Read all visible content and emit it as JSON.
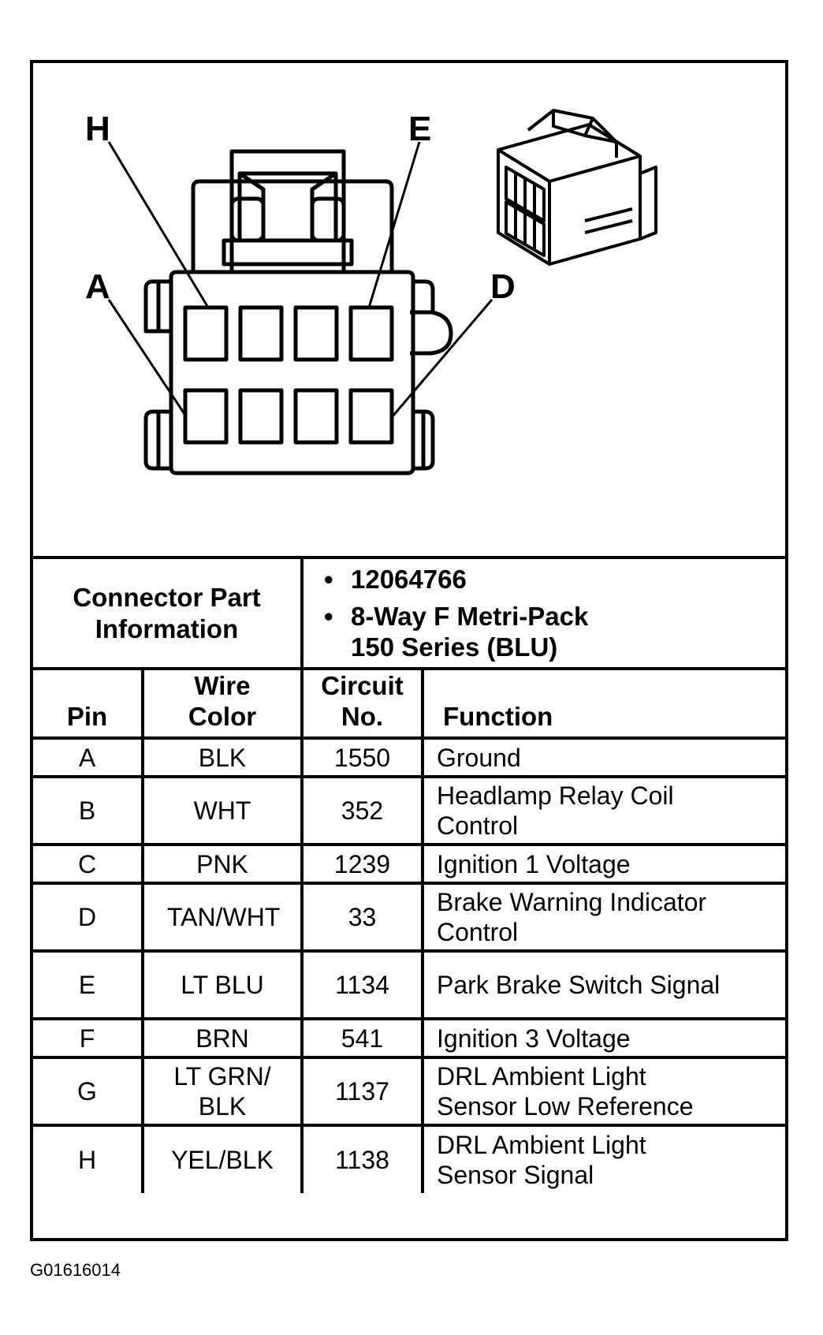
{
  "pin_labels": [
    "H",
    "E",
    "A",
    "D"
  ],
  "connector_part_information": {
    "label": "Connector Part Information",
    "items": [
      "12064766",
      "8-Way F Metri-Pack 150 Series (BLU)"
    ],
    "bullet": "•"
  },
  "table": {
    "headers": {
      "pin": "Pin",
      "wire_color": "Wire Color",
      "circuit_no": "Circuit No.",
      "function": "Function"
    },
    "rows": [
      {
        "pin": "A",
        "wire_color": "BLK",
        "circuit_no": "1550",
        "function": "Ground"
      },
      {
        "pin": "B",
        "wire_color": "WHT",
        "circuit_no": "352",
        "function": "Headlamp Relay Coil Control"
      },
      {
        "pin": "C",
        "wire_color": "PNK",
        "circuit_no": "1239",
        "function": "Ignition 1 Voltage"
      },
      {
        "pin": "D",
        "wire_color": "TAN/WHT",
        "circuit_no": "33",
        "function": "Brake Warning Indicator Control"
      },
      {
        "pin": "E",
        "wire_color": "LT BLU",
        "circuit_no": "1134",
        "function": "Park Brake Switch Signal"
      },
      {
        "pin": "F",
        "wire_color": "BRN",
        "circuit_no": "541",
        "function": "Ignition 3 Voltage"
      },
      {
        "pin": "G",
        "wire_color": "LT GRN/ BLK",
        "circuit_no": "1137",
        "function": "DRL Ambient Light Sensor Low Reference"
      },
      {
        "pin": "H",
        "wire_color": "YEL/BLK",
        "circuit_no": "1138",
        "function": "DRL Ambient Light Sensor Signal"
      }
    ]
  },
  "figure_code": "G01616014"
}
